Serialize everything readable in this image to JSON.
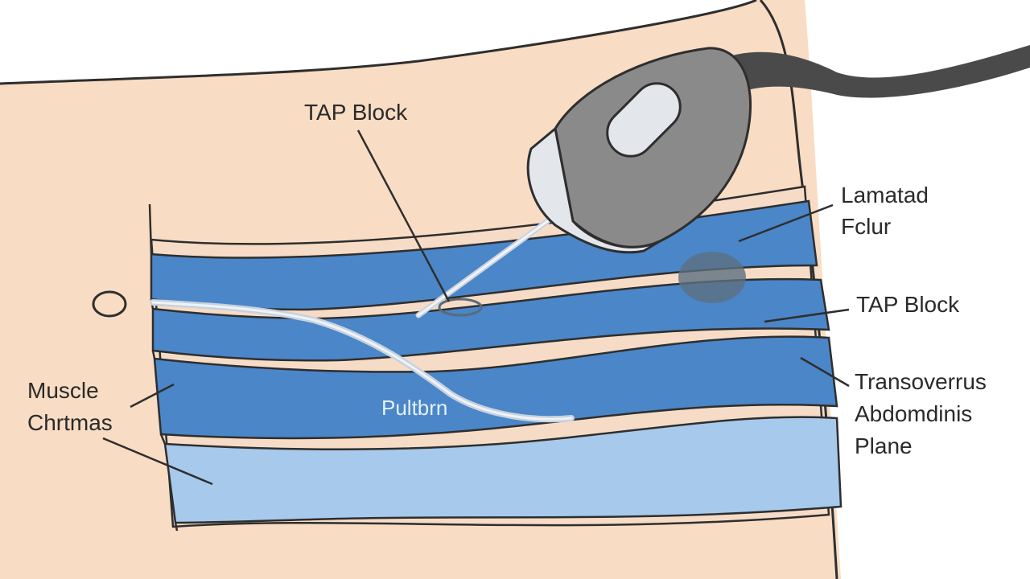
{
  "colors": {
    "skin": "#f8dcc4",
    "skin_outline": "#2e2e2e",
    "muscle_dark": "#4a86c8",
    "muscle_light": "#a6c9ec",
    "fascia": "#f6dcc6",
    "probe_body": "#8a8a8a",
    "probe_face": "#e3e6ea",
    "needle": "#dfe6ee"
  },
  "icons": [
    "ultrasound-probe-icon",
    "needle-icon",
    "umbilicus-icon"
  ],
  "labels": {
    "tap_block_top": "TAP Block",
    "lamatad_line1": "Lamatad",
    "lamatad_line2": "Fclur",
    "tap_block_right": "TAP Block",
    "transversus_line1": "Transoverrus",
    "transversus_line2": "Abdomdinis",
    "transversus_line3": "Plane",
    "muscle_line1": "Muscle",
    "muscle_line2": "Chrtmas",
    "inner_label": "Pultbrn"
  }
}
